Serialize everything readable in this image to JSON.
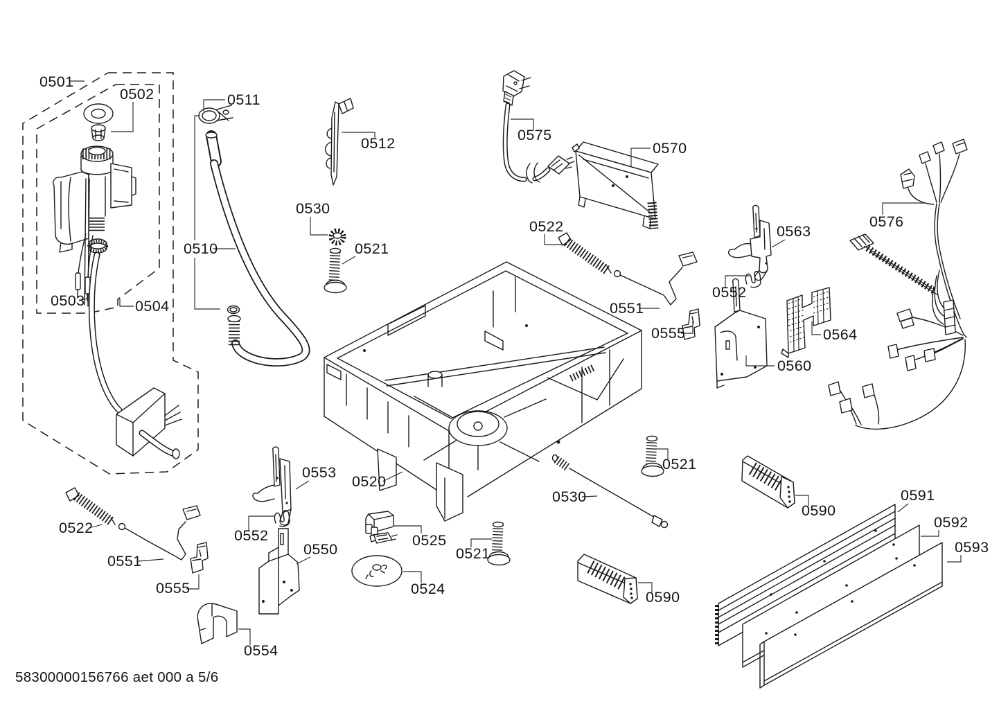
{
  "document": {
    "kind": "appliance-exploded-parts-diagram",
    "page_footer": "58300000156766 aet 000 a 5/6"
  },
  "colors": {
    "line": "#1a1a1a",
    "label": "#141414",
    "background": "#ffffff"
  },
  "labels": [
    {
      "id": "0501",
      "text": "0501"
    },
    {
      "id": "0502",
      "text": "0502"
    },
    {
      "id": "0511",
      "text": "0511"
    },
    {
      "id": "0512",
      "text": "0512"
    },
    {
      "id": "0530-top",
      "text": "0530"
    },
    {
      "id": "0510",
      "text": "0510"
    },
    {
      "id": "0521-top",
      "text": "0521"
    },
    {
      "id": "0503",
      "text": "0503"
    },
    {
      "id": "0504",
      "text": "0504"
    },
    {
      "id": "0575",
      "text": "0575"
    },
    {
      "id": "0570",
      "text": "0570"
    },
    {
      "id": "0522-right",
      "text": "0522"
    },
    {
      "id": "0563",
      "text": "0563"
    },
    {
      "id": "0552-right",
      "text": "0552"
    },
    {
      "id": "0551-right",
      "text": "0551"
    },
    {
      "id": "0555-right",
      "text": "0555"
    },
    {
      "id": "0564",
      "text": "0564"
    },
    {
      "id": "0560",
      "text": "0560"
    },
    {
      "id": "0576",
      "text": "0576"
    },
    {
      "id": "0553",
      "text": "0553"
    },
    {
      "id": "0520",
      "text": "0520"
    },
    {
      "id": "0552-left",
      "text": "0552"
    },
    {
      "id": "0550",
      "text": "0550"
    },
    {
      "id": "0522-left",
      "text": "0522"
    },
    {
      "id": "0551-left",
      "text": "0551"
    },
    {
      "id": "0555-left",
      "text": "0555"
    },
    {
      "id": "0554",
      "text": "0554"
    },
    {
      "id": "0525",
      "text": "0525"
    },
    {
      "id": "0524",
      "text": "0524"
    },
    {
      "id": "0521-bottom",
      "text": "0521"
    },
    {
      "id": "0530-bottom",
      "text": "0530"
    },
    {
      "id": "0521-mid",
      "text": "0521"
    },
    {
      "id": "0590-center",
      "text": "0590"
    },
    {
      "id": "0590-right",
      "text": "0590"
    },
    {
      "id": "0591",
      "text": "0591"
    },
    {
      "id": "0592",
      "text": "0592"
    },
    {
      "id": "0593",
      "text": "0593"
    }
  ]
}
